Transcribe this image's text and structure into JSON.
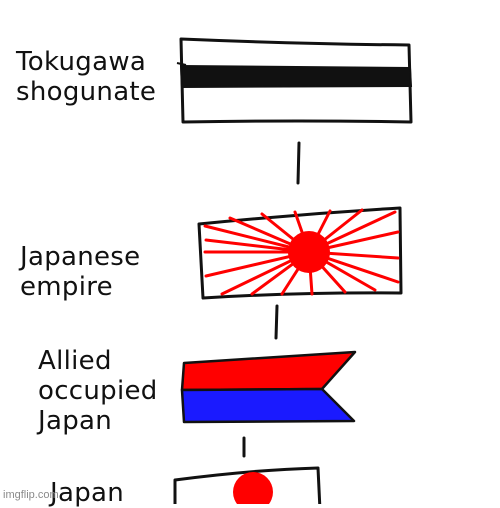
{
  "entries": [
    {
      "lines": [
        "Tokugawa",
        "shogunate"
      ]
    },
    {
      "lines": [
        "Japanese",
        "empire"
      ]
    },
    {
      "lines": [
        "Allied",
        "occupied",
        "Japan"
      ]
    },
    {
      "lines": [
        "Japan"
      ]
    }
  ],
  "colors": {
    "ink": "#111111",
    "red": "#ff0000",
    "blue": "#1a1aff",
    "white": "#ffffff"
  },
  "watermark": "imgflip.com"
}
